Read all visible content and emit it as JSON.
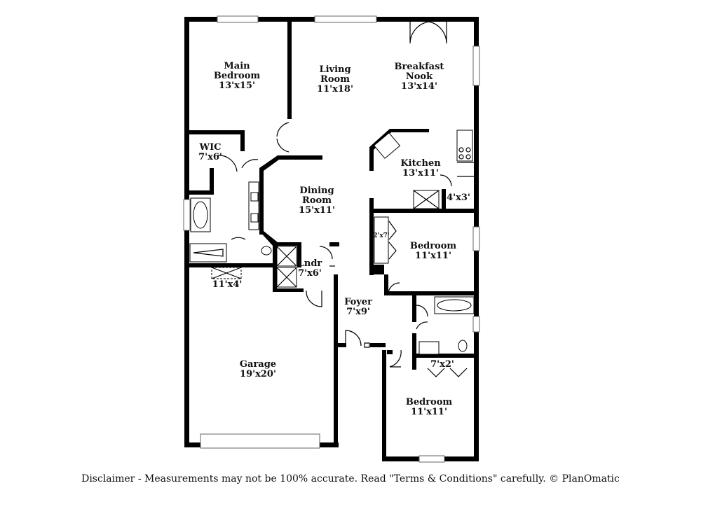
{
  "rooms": {
    "main_bedroom": {
      "name_l1": "Main",
      "name_l2": "Bedroom",
      "dims": "13'x15'"
    },
    "living_room": {
      "name_l1": "Living",
      "name_l2": "Room",
      "dims": "11'x18'"
    },
    "breakfast_nook": {
      "name_l1": "Breakfast",
      "name_l2": "Nook",
      "dims": "13'x14'"
    },
    "wic": {
      "name": "WIC",
      "dims": "7'x6'"
    },
    "kitchen": {
      "name": "Kitchen",
      "dims": "13'x11'"
    },
    "pantry": {
      "dims": "4'x3'"
    },
    "dining_room": {
      "name": "Dining",
      "name_l2": "Room",
      "dims": "15'x11'"
    },
    "closet_small": {
      "dims": "2'x7'"
    },
    "bedroom_1": {
      "name": "Bedroom",
      "dims": "11'x11'"
    },
    "laundry": {
      "name": "Lndr",
      "dims": "7'x6'"
    },
    "storage": {
      "dims": "11'x4'"
    },
    "foyer": {
      "name": "Foyer",
      "dims": "7'x9'"
    },
    "garage": {
      "name": "Garage",
      "dims": "19'x20'"
    },
    "hall_closet": {
      "dims": "7'x2'"
    },
    "bedroom_2": {
      "name": "Bedroom",
      "dims": "11'x11'"
    }
  },
  "disclaimer": "Disclaimer - Measurements may not be 100% accurate. Read \"Terms & Conditions\" carefully. © PlanOmatic"
}
